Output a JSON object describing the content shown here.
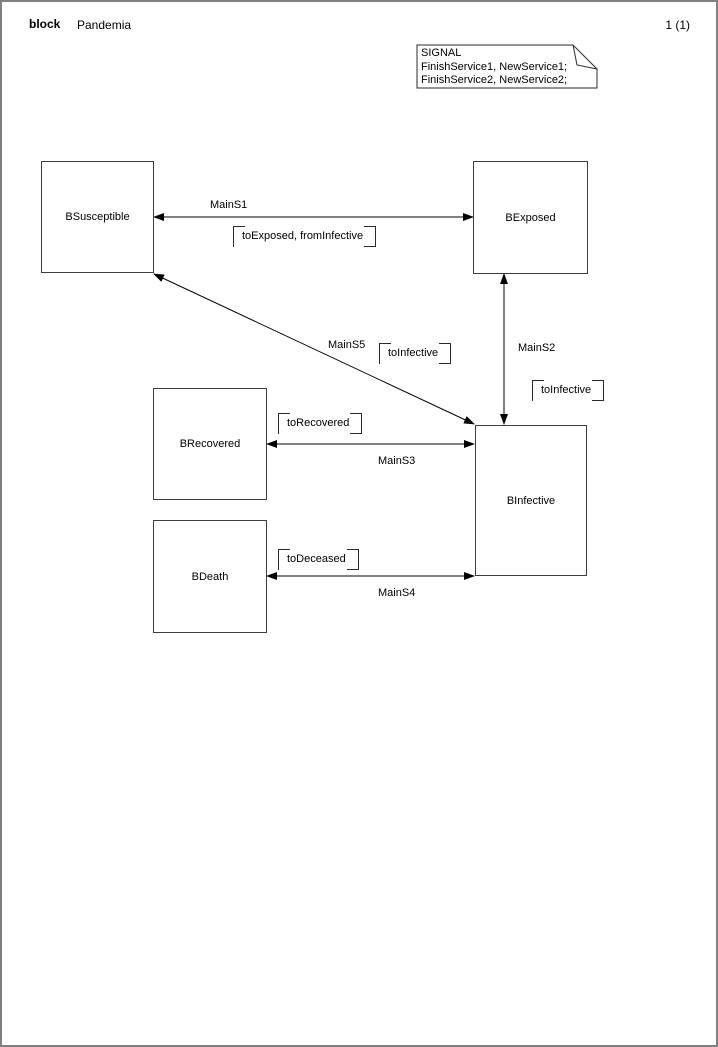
{
  "header": {
    "kind_label": "block",
    "title": "Pandemia",
    "page_number": "1 (1)"
  },
  "signal_declaration": {
    "lines": [
      "SIGNAL",
      "FinishService1, NewService1;",
      "FinishService2, NewService2;"
    ]
  },
  "blocks": [
    {
      "name": "BSusceptible"
    },
    {
      "name": "BExposed"
    },
    {
      "name": "BInfective"
    },
    {
      "name": "BRecovered"
    },
    {
      "name": "BDeath"
    }
  ],
  "channels": [
    {
      "name": "MainS1",
      "signals": "toExposed, fromInfective"
    },
    {
      "name": "MainS2",
      "signals": "toInfective"
    },
    {
      "name": "MainS3",
      "signals": "toRecovered"
    },
    {
      "name": "MainS4",
      "signals": "toDeceased"
    },
    {
      "name": "MainS5",
      "signals": "toInfective"
    }
  ],
  "colors": {
    "background": "#ffffff",
    "frame_border": "#808080",
    "block_border": "#3d3d3d",
    "line": "#000000",
    "text": "#000000"
  }
}
